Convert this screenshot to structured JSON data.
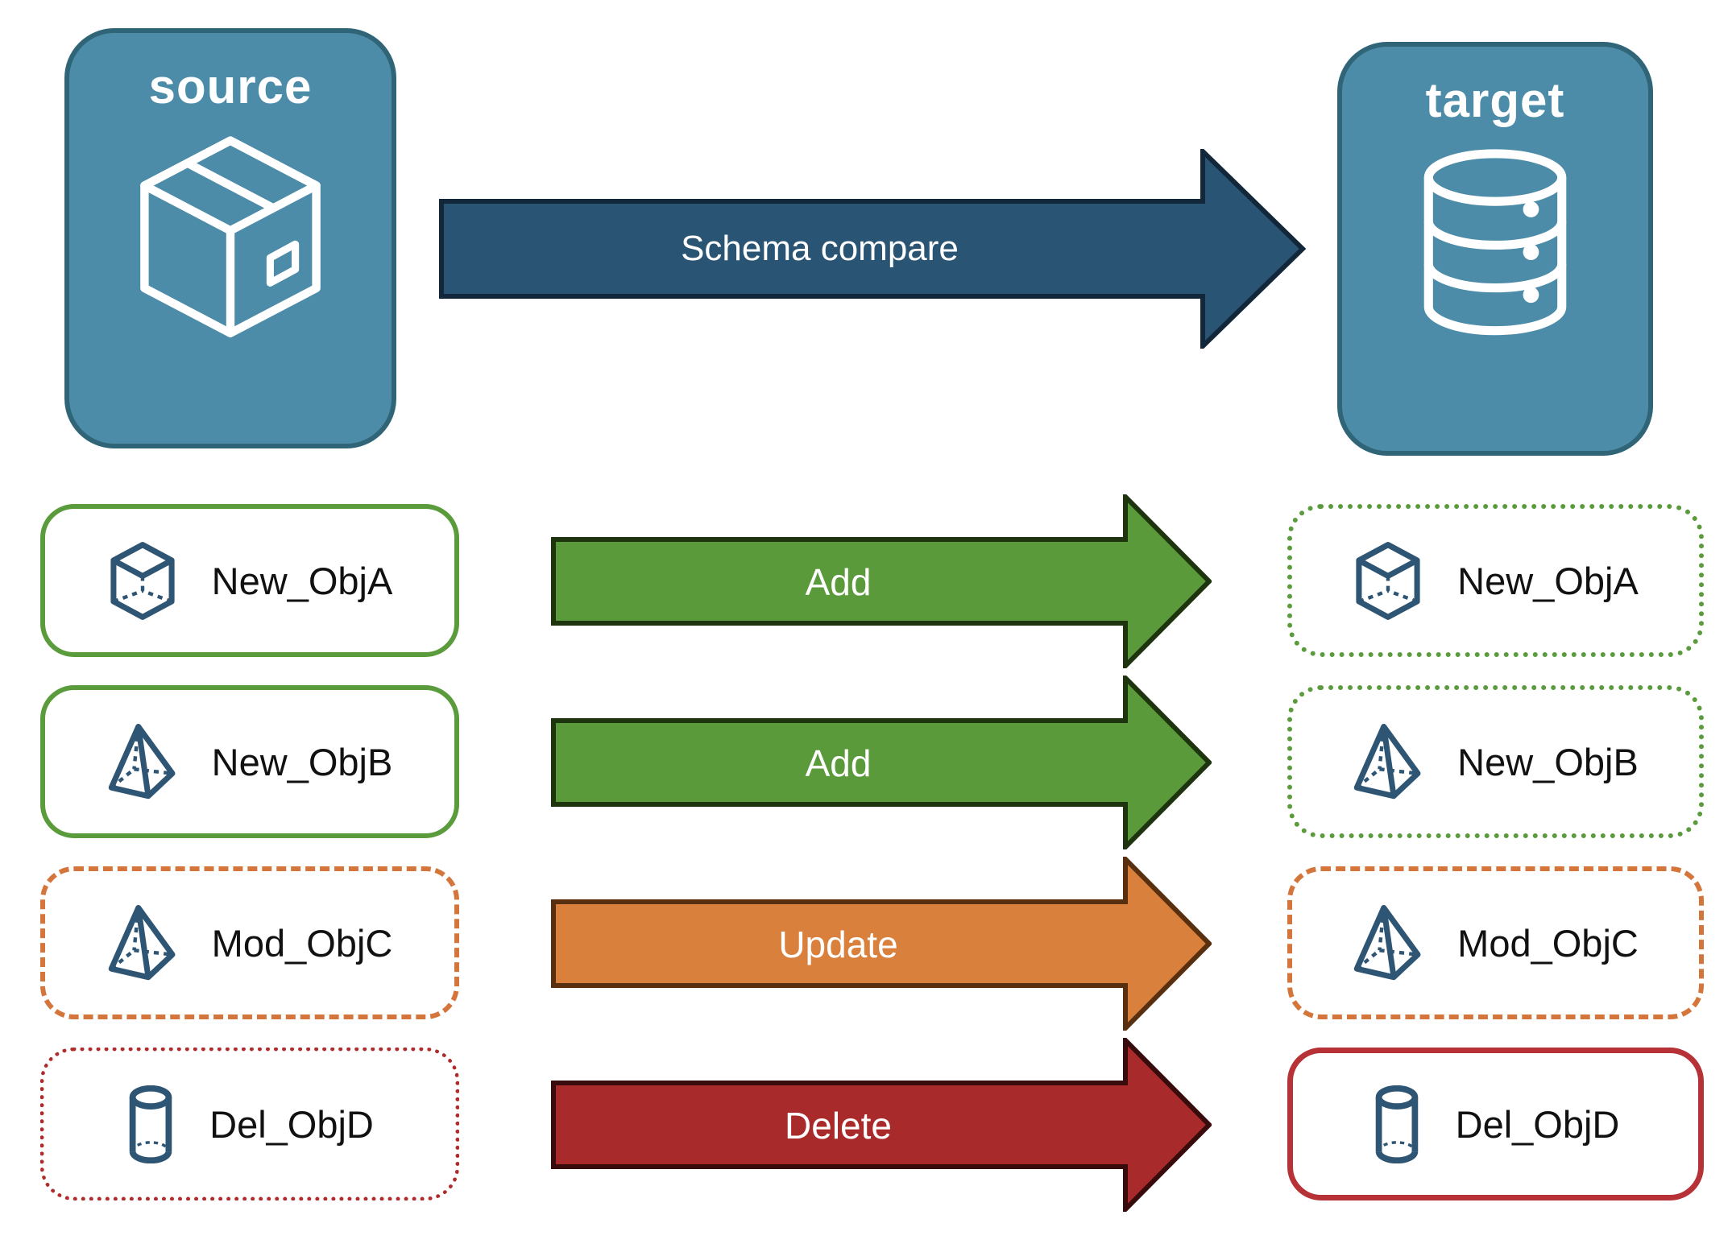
{
  "source": {
    "title": "source",
    "icon": "package-icon"
  },
  "target": {
    "title": "target",
    "icon": "database-icon"
  },
  "compare_arrow": {
    "label": "Schema compare"
  },
  "rows": [
    {
      "object": "New_ObjA",
      "action": "Add",
      "icon": "cube-icon",
      "source_border": "green-solid",
      "target_border": "green-dotted"
    },
    {
      "object": "New_ObjB",
      "action": "Add",
      "icon": "pyramid-icon",
      "source_border": "green-solid",
      "target_border": "green-dotted"
    },
    {
      "object": "Mod_ObjC",
      "action": "Update",
      "icon": "pyramid-icon",
      "source_border": "orange-dashed",
      "target_border": "orange-dashed"
    },
    {
      "object": "Del_ObjD",
      "action": "Delete",
      "icon": "cylinder-icon",
      "source_border": "red-dotted",
      "target_border": "red-solid"
    }
  ],
  "colors": {
    "node_fill": "#4C8CA9",
    "node_border": "#2F6577",
    "compare_arrow_fill": "#2A5474",
    "compare_arrow_outline": "#12273A",
    "add_arrow_fill": "#5A9A3A",
    "add_arrow_outline": "#1E340F",
    "update_arrow_fill": "#D9803C",
    "update_arrow_outline": "#59300F",
    "delete_arrow_fill": "#A82A2A",
    "delete_arrow_outline": "#380C0C",
    "green_border": "#5A9B3C",
    "orange_border": "#D4763B",
    "red_border": "#B73237",
    "object_icon_color": "#2E5574",
    "label_text": "#111111"
  }
}
